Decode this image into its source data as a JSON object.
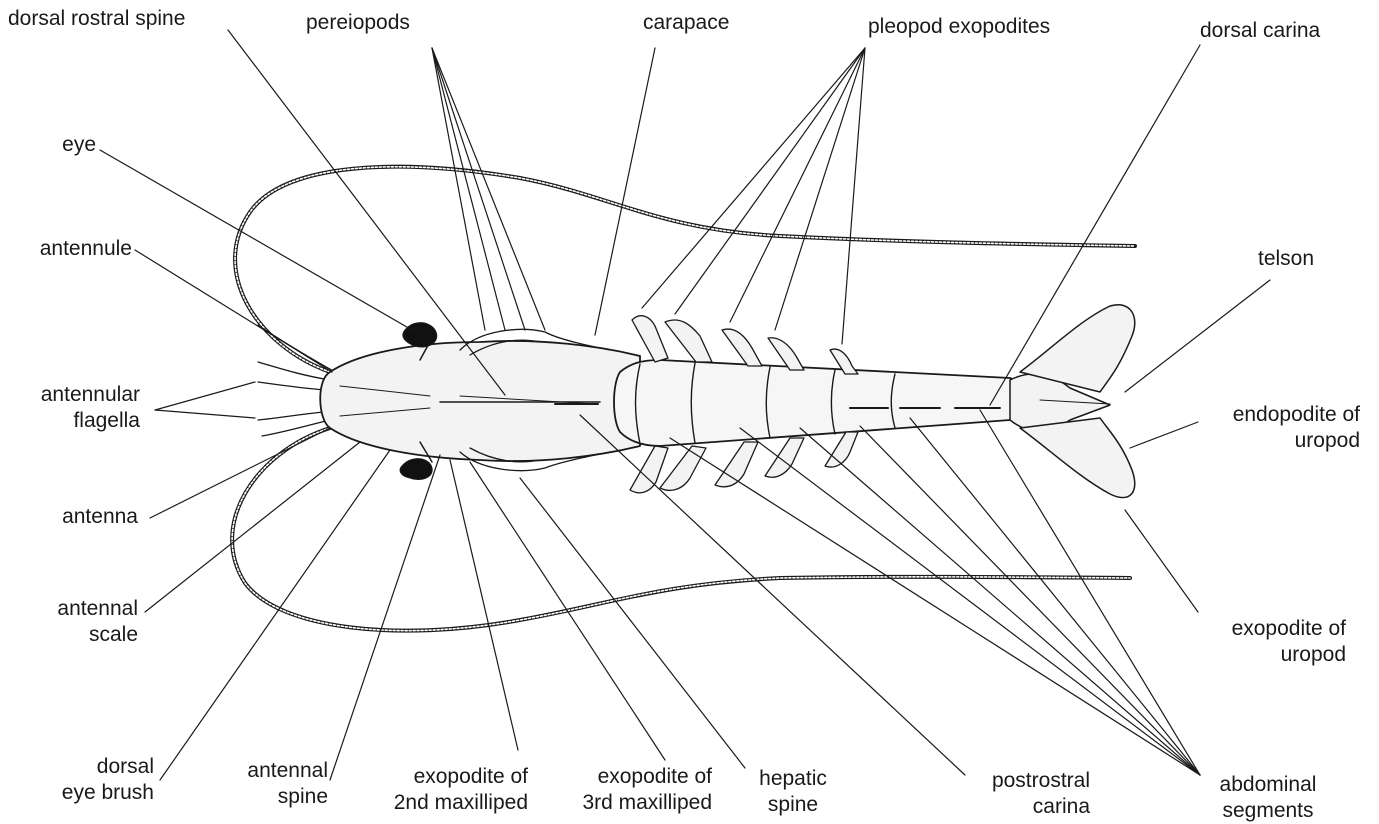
{
  "labels": {
    "dorsal_rostral_spine": "dorsal rostral spine",
    "pereiopods": "pereiopods",
    "carapace": "carapace",
    "pleopod_exopodites": "pleopod exopodites",
    "dorsal_carina": "dorsal carina",
    "eye": "eye",
    "antennule": "antennule",
    "telson": "telson",
    "antennular_flagella": [
      "antennular",
      "flagella"
    ],
    "endopodite_of_uropod": [
      "endopodite of",
      "uropod"
    ],
    "antenna": "antenna",
    "antennal_scale": [
      "antennal",
      "scale"
    ],
    "exopodite_of_uropod": [
      "exopodite of",
      "uropod"
    ],
    "dorsal_eye_brush": [
      "dorsal",
      "eye brush"
    ],
    "antennal_spine": [
      "antennal",
      "spine"
    ],
    "exopodite_2nd_maxilliped": [
      "exopodite of",
      "2nd maxilliped"
    ],
    "exopodite_3rd_maxilliped": [
      "exopodite of",
      "3rd maxilliped"
    ],
    "hepatic_spine": [
      "hepatic",
      "spine"
    ],
    "postrostral_carina": [
      "postrostral",
      "carina"
    ],
    "abdominal_segments": [
      "abdominal",
      "segments"
    ]
  },
  "colors": {
    "ink": "#1a1a1a",
    "fill": "#f3f3f3",
    "eye": "#111111"
  }
}
